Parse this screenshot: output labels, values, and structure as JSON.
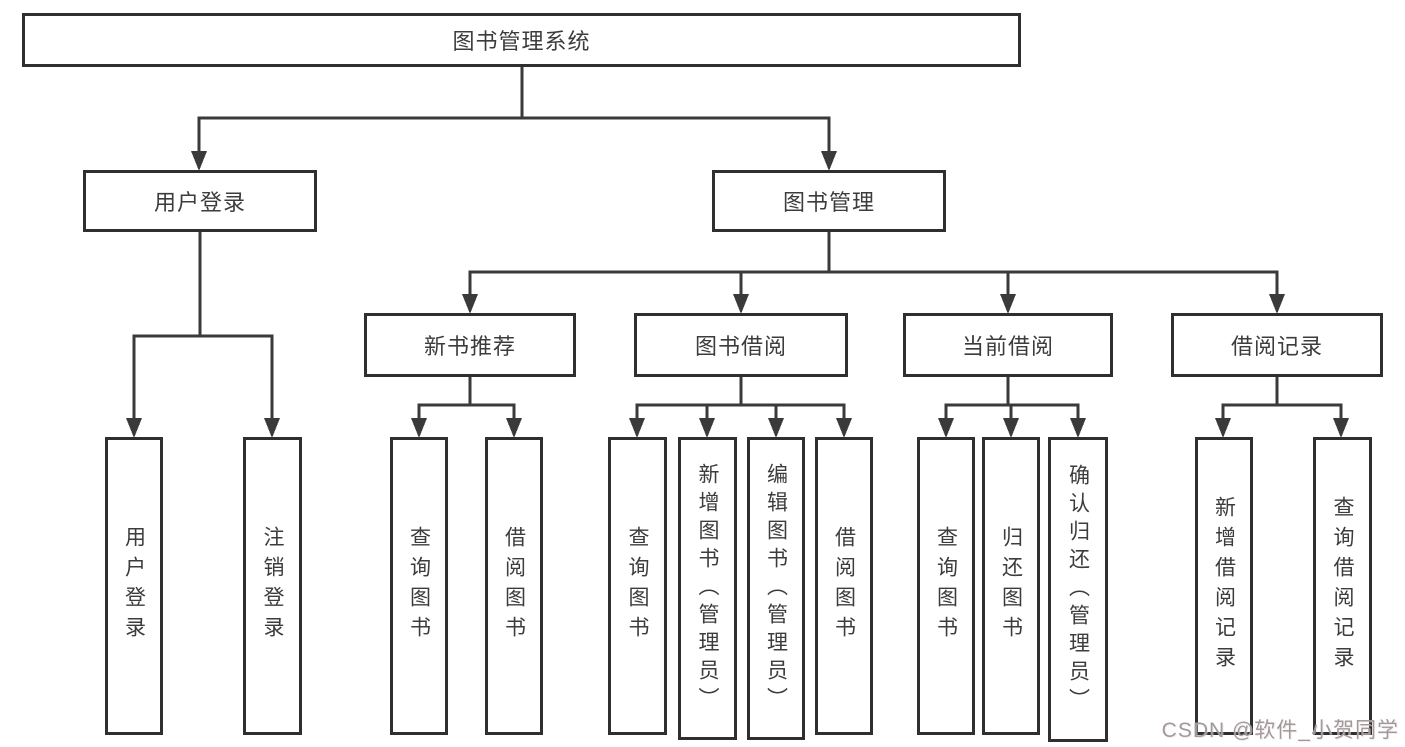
{
  "tree": {
    "root": {
      "label": "图书管理系统"
    },
    "branches": [
      {
        "label": "用户登录",
        "children": [
          {
            "label": "用户登录"
          },
          {
            "label": "注销登录"
          }
        ]
      },
      {
        "label": "图书管理",
        "children": [
          {
            "label": "新书推荐",
            "children": [
              {
                "label": "查询图书"
              },
              {
                "label": "借阅图书"
              }
            ]
          },
          {
            "label": "图书借阅",
            "children": [
              {
                "label": "查询图书"
              },
              {
                "label": "新增图书（管理员）"
              },
              {
                "label": "编辑图书（管理员）"
              },
              {
                "label": "借阅图书"
              }
            ]
          },
          {
            "label": "当前借阅",
            "children": [
              {
                "label": "查询图书"
              },
              {
                "label": "归还图书"
              },
              {
                "label": "确认归还（管理员）"
              }
            ]
          },
          {
            "label": "借阅记录",
            "children": [
              {
                "label": "新增借阅记录"
              },
              {
                "label": "查询借阅记录"
              }
            ]
          }
        ]
      }
    ]
  },
  "watermark": {
    "text": "CSDN @软件_小贺同学"
  },
  "colors": {
    "line": "#3a3a3a",
    "border": "#2f2f2f",
    "text": "#3c3c3c",
    "background": "#ffffff",
    "watermark": "#9c9c9e"
  }
}
